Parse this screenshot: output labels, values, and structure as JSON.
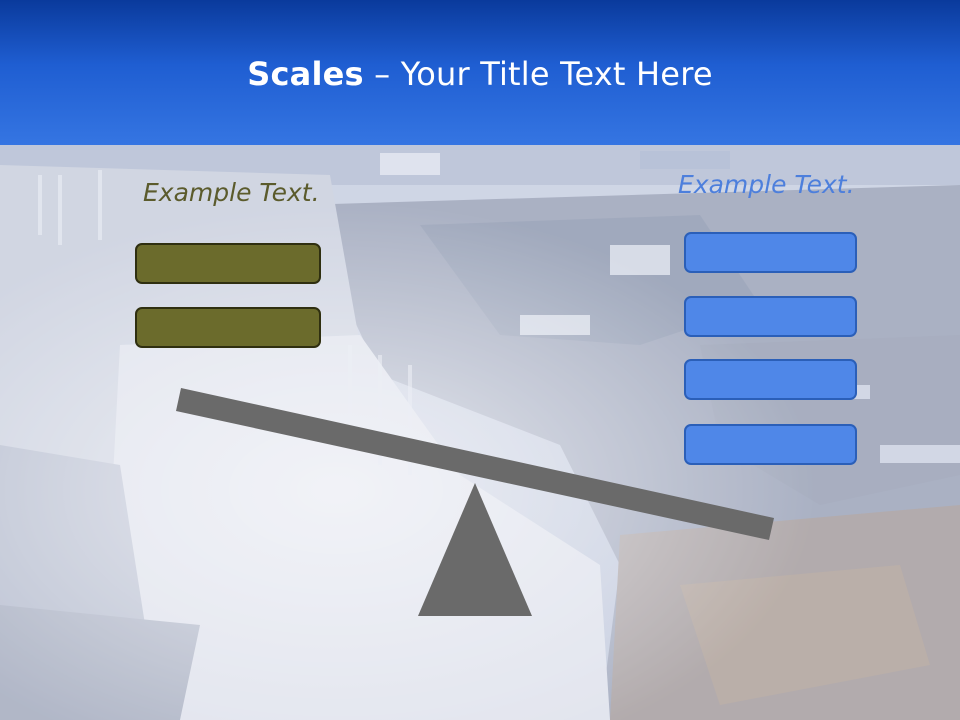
{
  "slide": {
    "title_bold": "Scales",
    "title_rest": " – Your Title Text Here"
  },
  "left_pan": {
    "label": "Example Text.",
    "box_count": 2,
    "color": "#6b6b2c"
  },
  "right_pan": {
    "label": "Example Text.",
    "box_count": 4,
    "color": "#4f87e8"
  },
  "background": {
    "description_color_header": "#1f5ed2"
  },
  "scale": {
    "beam_color": "#6a6a6a",
    "fulcrum_color": "#6a6a6a"
  }
}
